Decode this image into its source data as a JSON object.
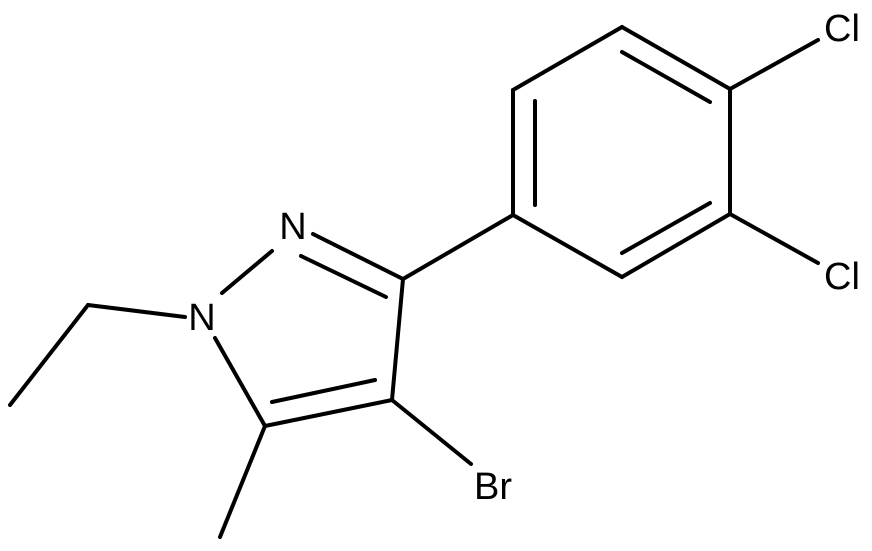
{
  "molecule": {
    "atoms": {
      "n1": "N",
      "n2": "N",
      "br": "Br",
      "cl_top": "Cl",
      "cl_right": "Cl"
    },
    "colors": {
      "bond": "#000000",
      "label": "#000000",
      "background": "#ffffff"
    }
  }
}
